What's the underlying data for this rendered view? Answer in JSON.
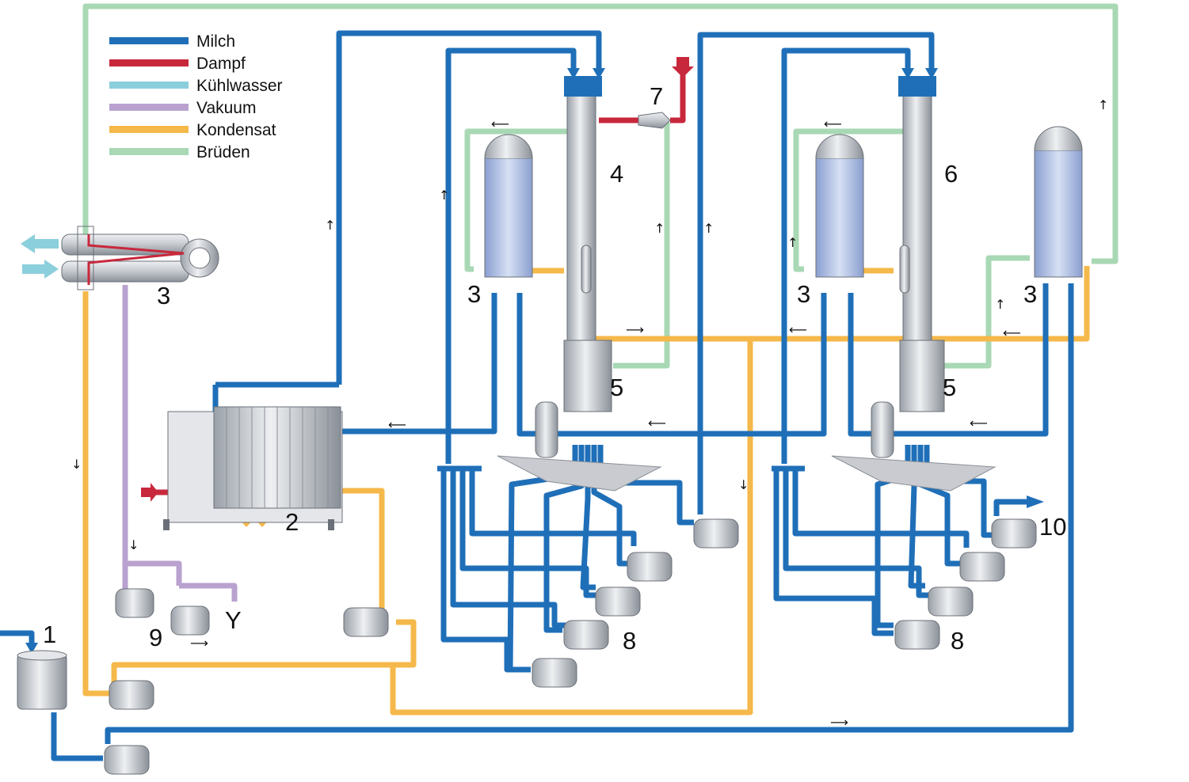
{
  "legend": [
    {
      "label": "Milch",
      "color": "#1f6fb8"
    },
    {
      "label": "Dampf",
      "color": "#c8283c"
    },
    {
      "label": "Kühlwasser",
      "color": "#8ccfdc"
    },
    {
      "label": "Vakuum",
      "color": "#b9a2cf"
    },
    {
      "label": "Kondensat",
      "color": "#f5b84a"
    },
    {
      "label": "Brüden",
      "color": "#a8d8b4"
    }
  ],
  "labels": {
    "n1": "1",
    "n2": "2",
    "n3a": "3",
    "n3b": "3",
    "n3c": "3",
    "n3d": "3",
    "n4": "4",
    "n5a": "5",
    "n5b": "5",
    "n6": "6",
    "n7": "7",
    "n8a": "8",
    "n8b": "8",
    "n9": "9",
    "n10": "10",
    "y": "Y"
  },
  "colors": {
    "equipment_fill": "#d6d9dc",
    "equipment_stroke": "#6b7078",
    "tube_fill": "#a9b9dc",
    "platform": "#c9cbd0"
  }
}
